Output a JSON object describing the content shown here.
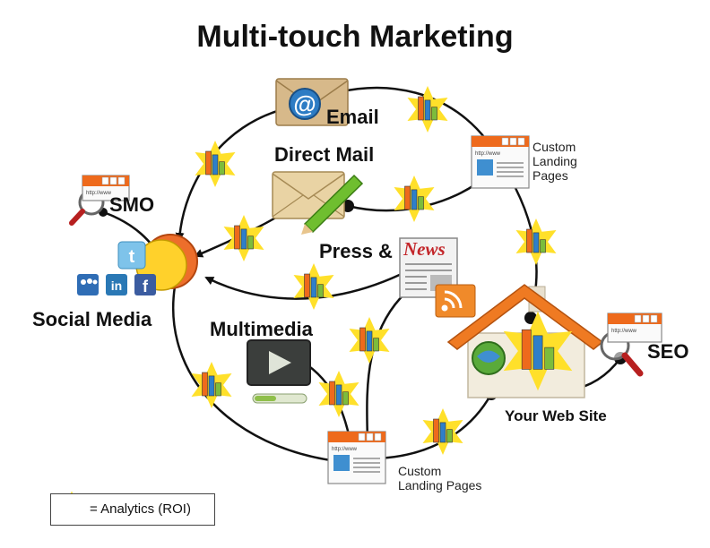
{
  "title": "Multi-touch Marketing",
  "nodes": {
    "email": "Email",
    "direct_mail": "Direct Mail",
    "press_news": "Press &",
    "news_logo": "News",
    "multimedia": "Multimedia",
    "smo": "SMO",
    "social_media": "Social Media",
    "seo": "SEO",
    "your_web_site": "Your Web Site",
    "custom_landing_top": [
      "Custom",
      "Landing",
      "Pages"
    ],
    "custom_landing_bottom": [
      "Custom",
      "Landing Pages"
    ]
  },
  "browser_url": "http://www",
  "social_icons": [
    "twitter-icon",
    "myspace-icon",
    "linkedin-icon",
    "facebook-icon"
  ],
  "legend": {
    "text": "= Analytics (ROI)"
  },
  "colors": {
    "star": "#ffe02a",
    "bar_orange": "#ee6a1c",
    "bar_blue": "#2f7fc8",
    "bar_green": "#7cbc3c",
    "house_roof": "#ef7a22",
    "arrow": "#111111"
  }
}
